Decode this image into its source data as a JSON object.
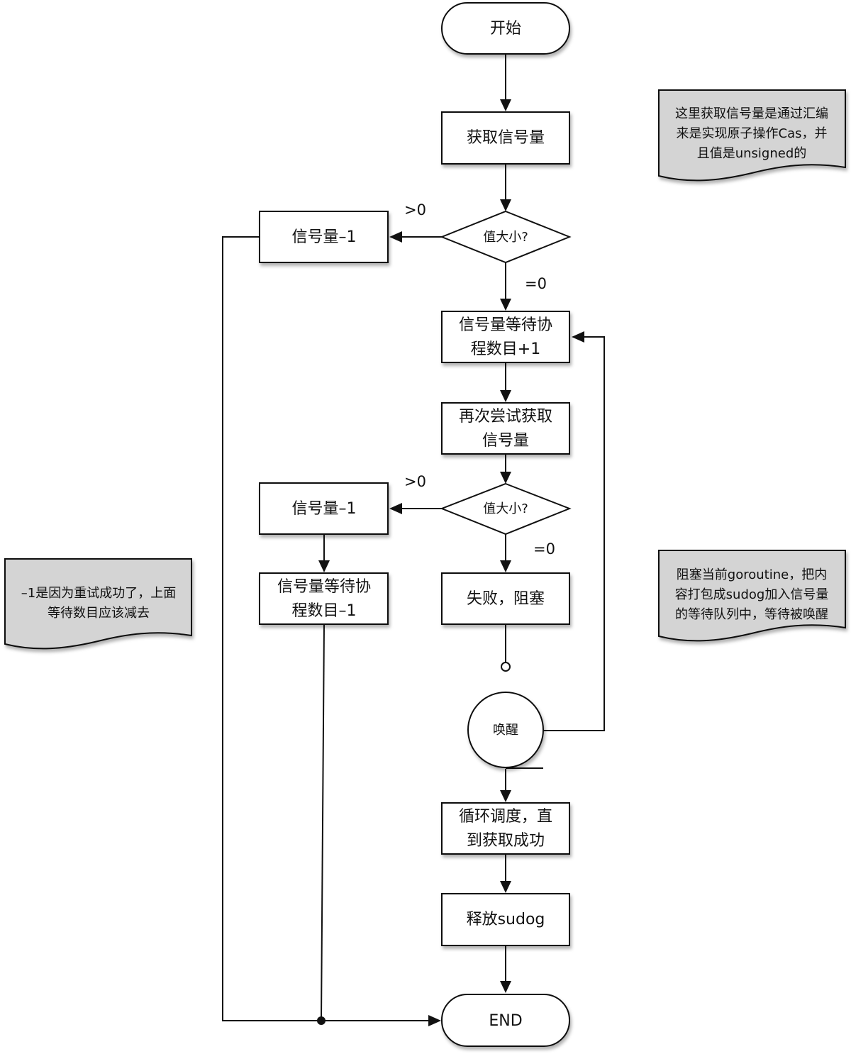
{
  "diagram": {
    "title": "",
    "nodes": {
      "start": {
        "type": "terminal",
        "lines": [
          "开始"
        ]
      },
      "acquire": {
        "type": "process",
        "lines": [
          "获取信号量"
        ]
      },
      "check1": {
        "type": "decision",
        "lines": [
          "值大小?"
        ]
      },
      "dec1": {
        "type": "process",
        "lines": [
          "信号量–1"
        ]
      },
      "wait_inc": {
        "type": "process",
        "lines": [
          "信号量等待协",
          "程数目+1"
        ]
      },
      "retry": {
        "type": "process",
        "lines": [
          "再次尝试获取",
          "信号量"
        ]
      },
      "check2": {
        "type": "decision",
        "lines": [
          "值大小?"
        ]
      },
      "dec2": {
        "type": "process",
        "lines": [
          "信号量–1"
        ]
      },
      "wait_dec": {
        "type": "process",
        "lines": [
          "信号量等待协",
          "程数目–1"
        ]
      },
      "block": {
        "type": "process",
        "lines": [
          "失败，阻塞"
        ]
      },
      "wake": {
        "type": "event-circle",
        "lines": [
          "唤醒"
        ]
      },
      "schedule": {
        "type": "process",
        "lines": [
          "循环调度，直",
          "到获取成功"
        ]
      },
      "release": {
        "type": "process",
        "lines": [
          "释放sudog"
        ]
      },
      "end": {
        "type": "terminal",
        "lines": [
          "END"
        ]
      }
    },
    "edge_labels": {
      "check1_gt0": ">0",
      "check1_eq0": "=0",
      "check2_gt0": ">0",
      "check2_eq0": "=0"
    },
    "notes": {
      "note_cas": {
        "lines": [
          "这里获取信号量是通过汇编",
          "来是实现原子操作Cas，并",
          "且值是unsigned的"
        ]
      },
      "note_block": {
        "lines": [
          "阻塞当前goroutine，把内",
          "容打包成sudog加入信号量",
          "的等待队列中，等待被唤醒"
        ]
      },
      "note_minus": {
        "lines": [
          "–1是因为重试成功了，上面",
          "等待数目应该减去"
        ]
      }
    },
    "edges": [
      {
        "from": "start",
        "to": "acquire"
      },
      {
        "from": "acquire",
        "to": "check1"
      },
      {
        "from": "check1",
        "to": "dec1",
        "label": ">0"
      },
      {
        "from": "check1",
        "to": "wait_inc",
        "label": "=0"
      },
      {
        "from": "wait_inc",
        "to": "retry"
      },
      {
        "from": "retry",
        "to": "check2"
      },
      {
        "from": "check2",
        "to": "dec2",
        "label": ">0"
      },
      {
        "from": "check2",
        "to": "block",
        "label": "=0"
      },
      {
        "from": "dec2",
        "to": "wait_dec"
      },
      {
        "from": "wake",
        "to": "wait_inc"
      },
      {
        "from": "wake",
        "to": "schedule"
      },
      {
        "from": "schedule",
        "to": "release"
      },
      {
        "from": "release",
        "to": "end"
      },
      {
        "from": "dec1",
        "to": "end"
      },
      {
        "from": "wait_dec",
        "to": "end"
      }
    ]
  }
}
